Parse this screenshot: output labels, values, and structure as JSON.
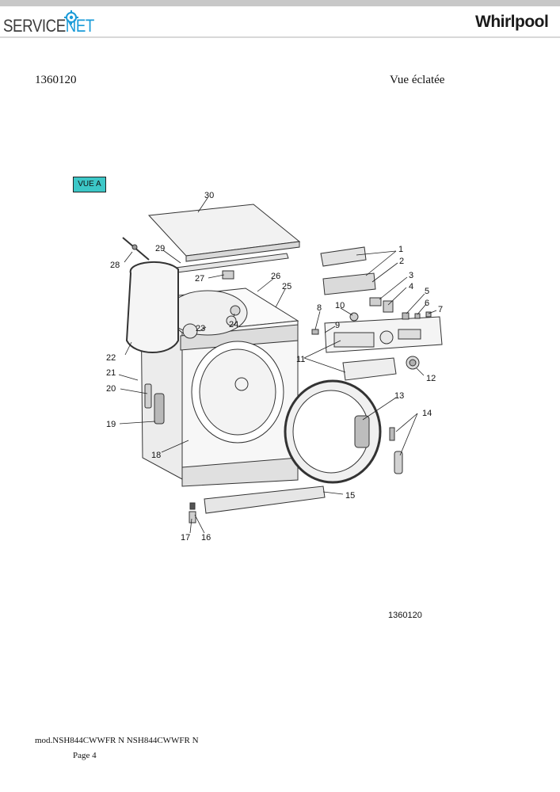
{
  "header": {
    "brand_left_a": "SERVICE",
    "brand_left_b": "NET",
    "brand_right": "Whirlpool",
    "accent": "#1a9bd8"
  },
  "document": {
    "reference": "1360120",
    "title": "Vue éclatée",
    "view_label": "VUE A",
    "diagram_code": "1360120",
    "model": "mod.NSH844CWWFR N NSH844CWWFR N",
    "page": "Page 4"
  },
  "callouts": {
    "n1": "1",
    "n2": "2",
    "n3": "3",
    "n4": "4",
    "n5": "5",
    "n6": "6",
    "n7": "7",
    "n8": "8",
    "n9": "9",
    "n10": "10",
    "n11": "11",
    "n12": "12",
    "n13": "13",
    "n14": "14",
    "n15": "15",
    "n16": "16",
    "n17": "17",
    "n18": "18",
    "n19": "19",
    "n20": "20",
    "n21": "21",
    "n22": "22",
    "n23": "23",
    "n24": "24",
    "n25": "25",
    "n26": "26",
    "n27": "27",
    "n28": "28",
    "n29": "29",
    "n30": "30"
  }
}
